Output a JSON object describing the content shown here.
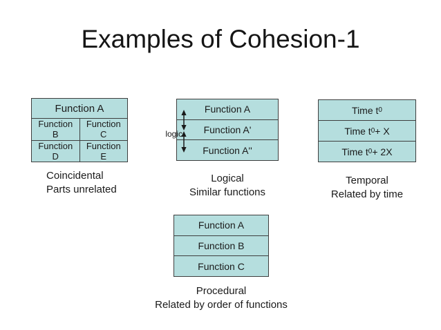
{
  "slide": {
    "title": "Examples of Cohesion-1"
  },
  "colors": {
    "background": "#ffffff",
    "box_fill": "#b5dede",
    "box_border": "#3d3d3d",
    "text": "#1a1a1a"
  },
  "coincidental": {
    "header": "Function A",
    "cells": [
      "Function B",
      "Function C",
      "Function D",
      "Function E"
    ],
    "caption_line1": "Coincidental",
    "caption_line2": "Parts unrelated"
  },
  "logical": {
    "rows": [
      "Function A",
      "Function A'",
      "Function A''"
    ],
    "side_label": "logic",
    "caption_line1": "Logical",
    "caption_line2": "Similar functions"
  },
  "temporal": {
    "rows": [
      {
        "prefix": "Time t",
        "sub": "0",
        "suffix": ""
      },
      {
        "prefix": "Time t",
        "sub": "0",
        "suffix": " + X"
      },
      {
        "prefix": "Time t",
        "sub": "0",
        "suffix": " + 2X"
      }
    ],
    "caption_line1": "Temporal",
    "caption_line2": "Related by time"
  },
  "procedural": {
    "rows": [
      "Function A",
      "Function B",
      "Function C"
    ],
    "caption_line1": "Procedural",
    "caption_line2": "Related by order of functions"
  }
}
